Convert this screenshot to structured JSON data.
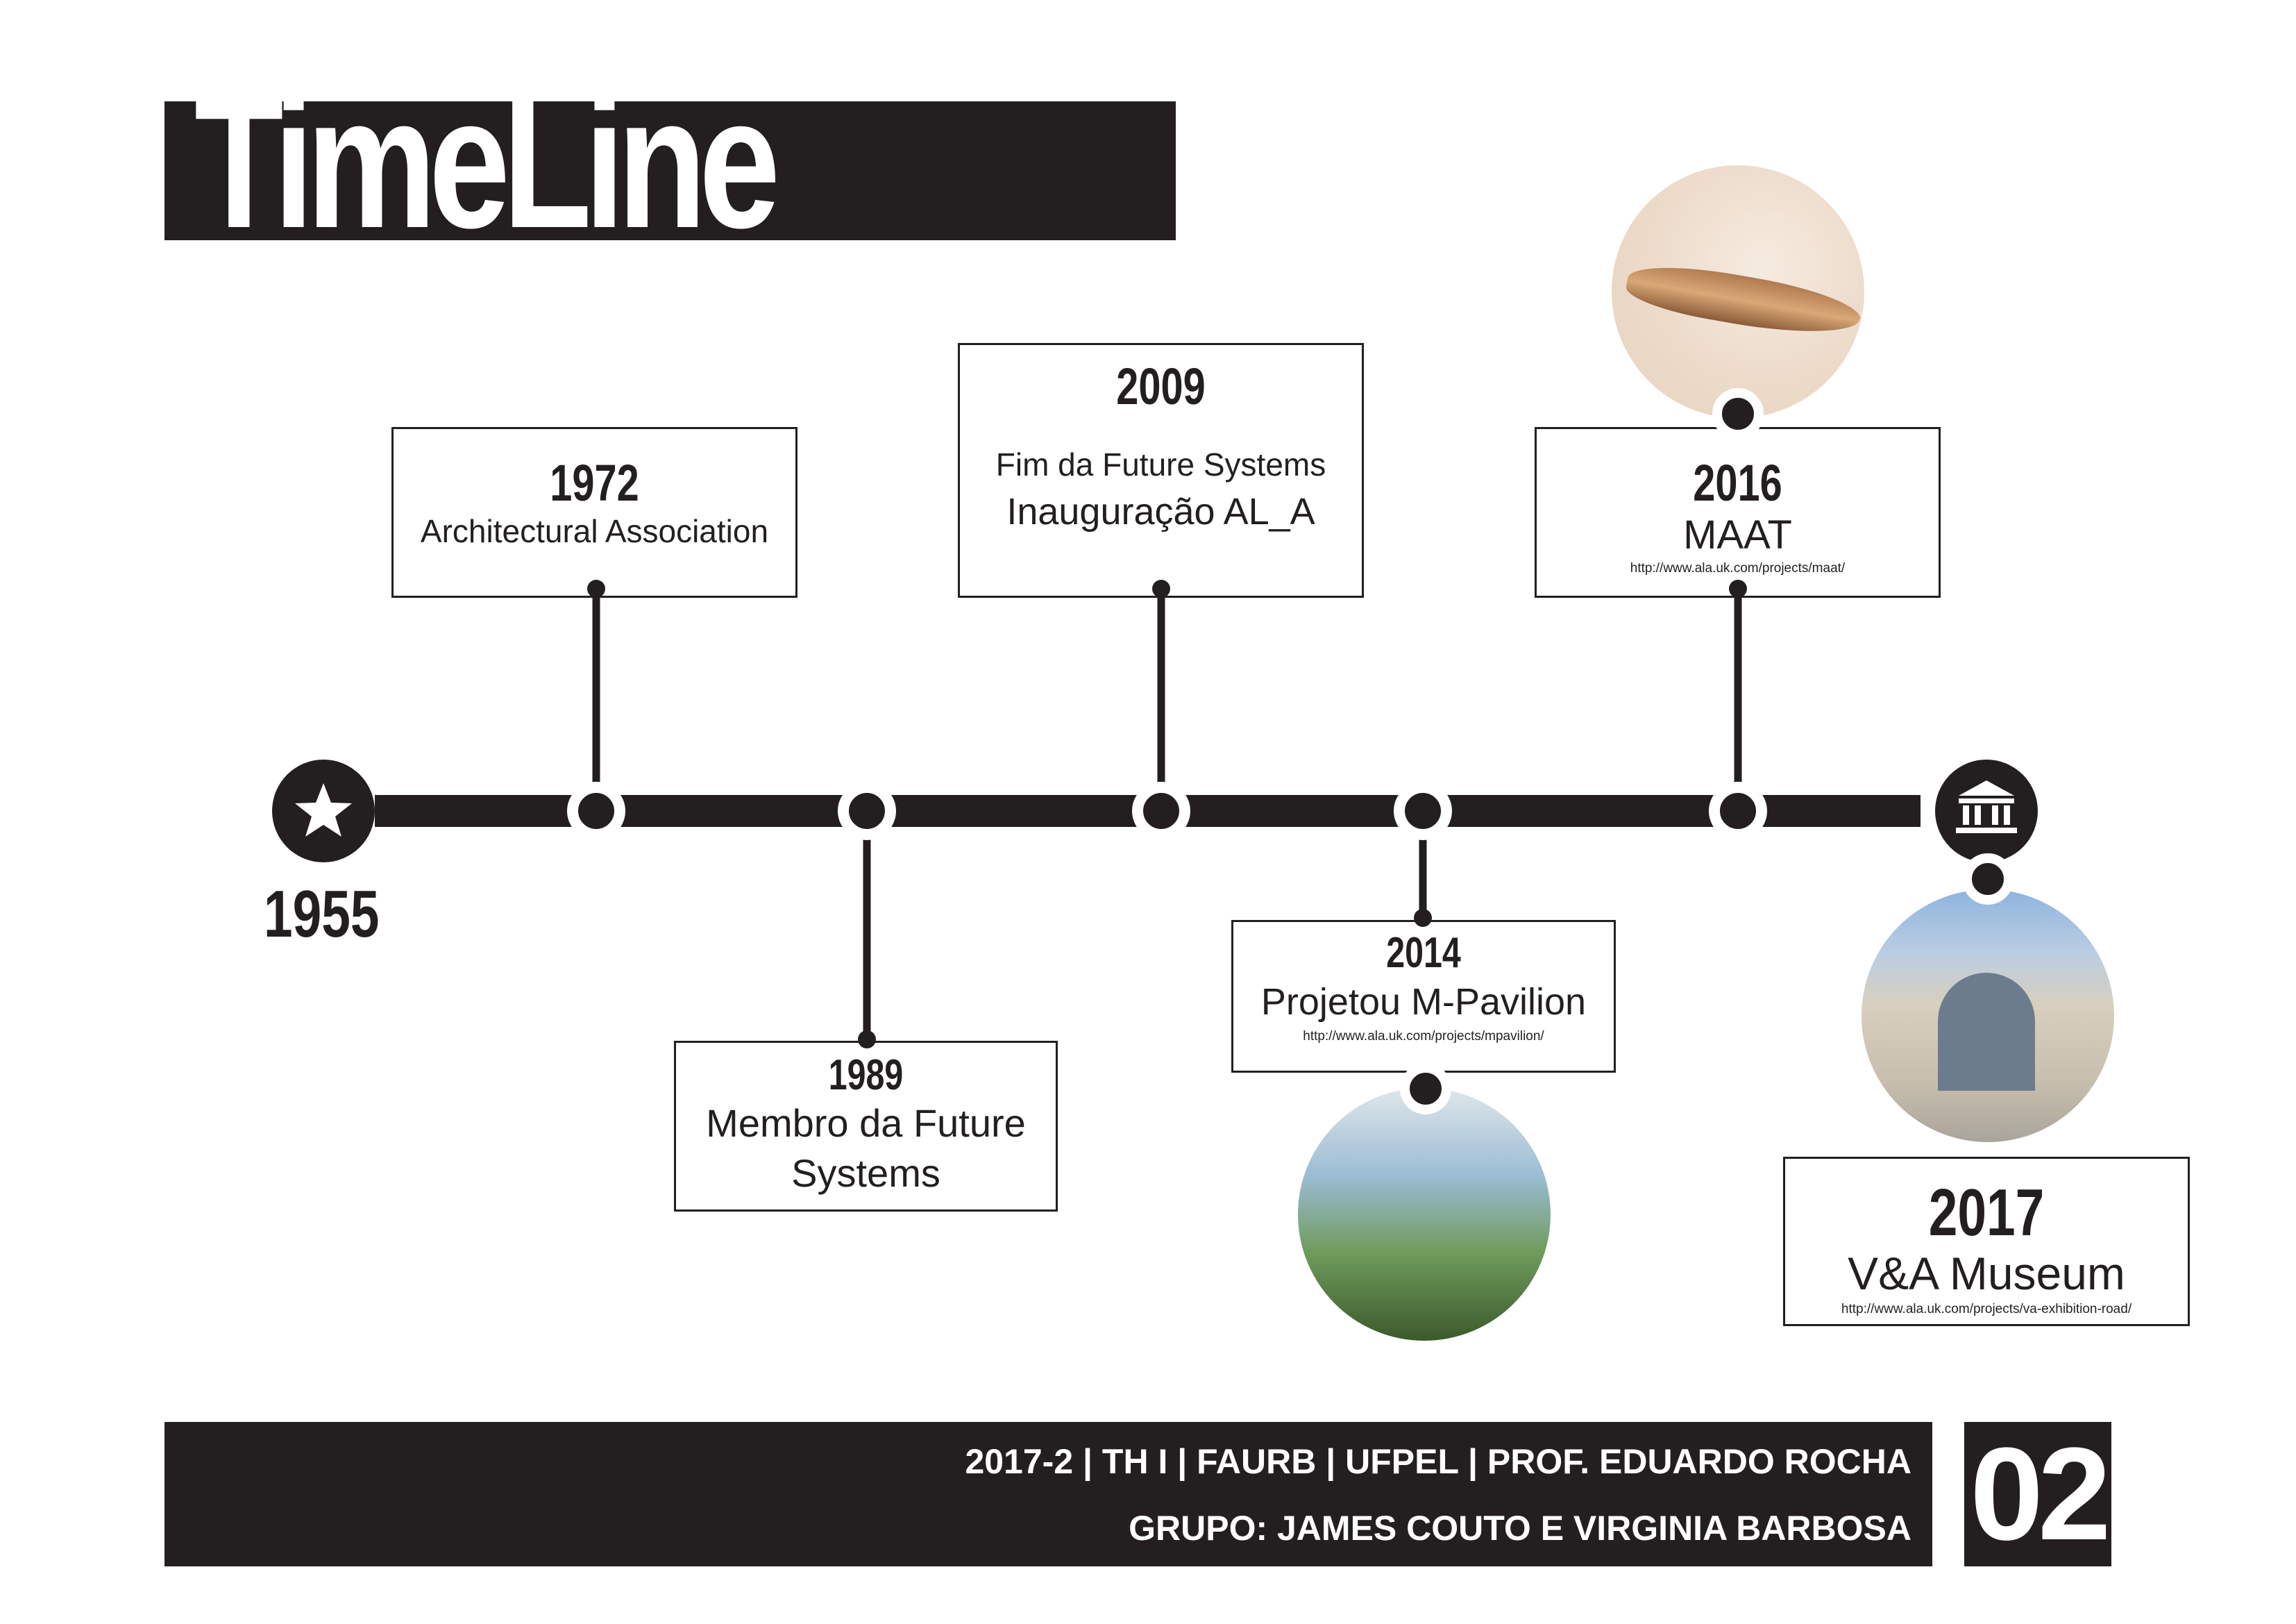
{
  "title": "TimeLine",
  "start": {
    "year": "1955",
    "icon": "star-icon"
  },
  "end": {
    "icon": "museum-icon"
  },
  "events": [
    {
      "year": "1972",
      "label": "Architectural Association"
    },
    {
      "year": "1989",
      "label": "Membro da Future Systems"
    },
    {
      "year": "2009",
      "label": "Fim da Future Systems",
      "label2": "Inauguração AL_A"
    },
    {
      "year": "2014",
      "label": "Projetou M-Pavilion",
      "url": "http://www.ala.uk.com/projects/mpavilion/"
    },
    {
      "year": "2016",
      "label": "MAAT",
      "url": "http://www.ala.uk.com/projects/maat/"
    },
    {
      "year": "2017",
      "label": "V&A Museum",
      "url": "http://www.ala.uk.com/projects/va-exhibition-road/"
    }
  ],
  "footer": {
    "line1": "2017-2 | TH I | FAURB | UFPEL | PROF. EDUARDO ROCHA",
    "line2": "GRUPO: JAMES COUTO E VIRGINIA BARBOSA",
    "page": "02"
  },
  "colors": {
    "ink": "#231f20",
    "background": "#ffffff"
  }
}
